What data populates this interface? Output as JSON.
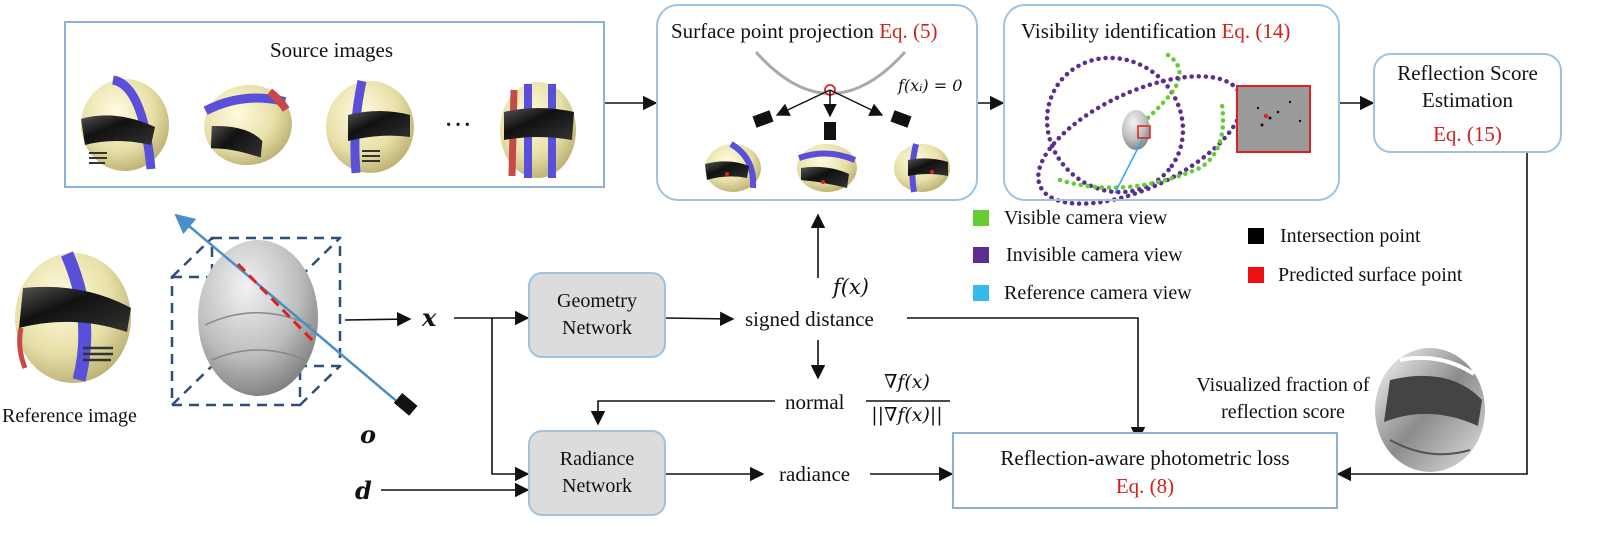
{
  "source_images": {
    "title": "Source images",
    "ellipsis": "···"
  },
  "surface_projection": {
    "title": "Surface point projection",
    "eq": "Eq. (5)",
    "fx_label": "f(xᵢ) = 0"
  },
  "visibility": {
    "title": "Visibility identification",
    "eq": "Eq. (14)"
  },
  "reflection_score": {
    "line1": "Reflection Score",
    "line2": "Estimation",
    "eq": "Eq. (15)"
  },
  "legend": {
    "visible": "Visible camera view",
    "invisible": "Invisible camera view",
    "reference": "Reference camera view",
    "intersection": "Intersection point",
    "predicted": "Predicted surface point"
  },
  "reference_image": "Reference image",
  "symbols": {
    "x": "x",
    "o": "o",
    "d": "d",
    "fx": "f(x)",
    "grad_num": "∇f(x)",
    "grad_den": "||∇f(x)||"
  },
  "geometry_network": {
    "line1": "Geometry",
    "line2": "Network"
  },
  "radiance_network": {
    "line1": "Radiance",
    "line2": "Network"
  },
  "signed_distance": "signed distance",
  "normal": "normal",
  "radiance": "radiance",
  "loss": {
    "title": "Reflection-aware photometric loss",
    "eq": "Eq. (8)"
  },
  "visualized": {
    "line1": "Visualized fraction of",
    "line2": "reflection score"
  },
  "colors": {
    "visible": "#66cc33",
    "invisible": "#5b2d90",
    "reference": "#33bbee",
    "intersection": "#000000",
    "predicted": "#ee1111",
    "eq_red": "#d0201c",
    "box_blue": "#8fb1d8",
    "net_gray": "#dcdcdc"
  }
}
